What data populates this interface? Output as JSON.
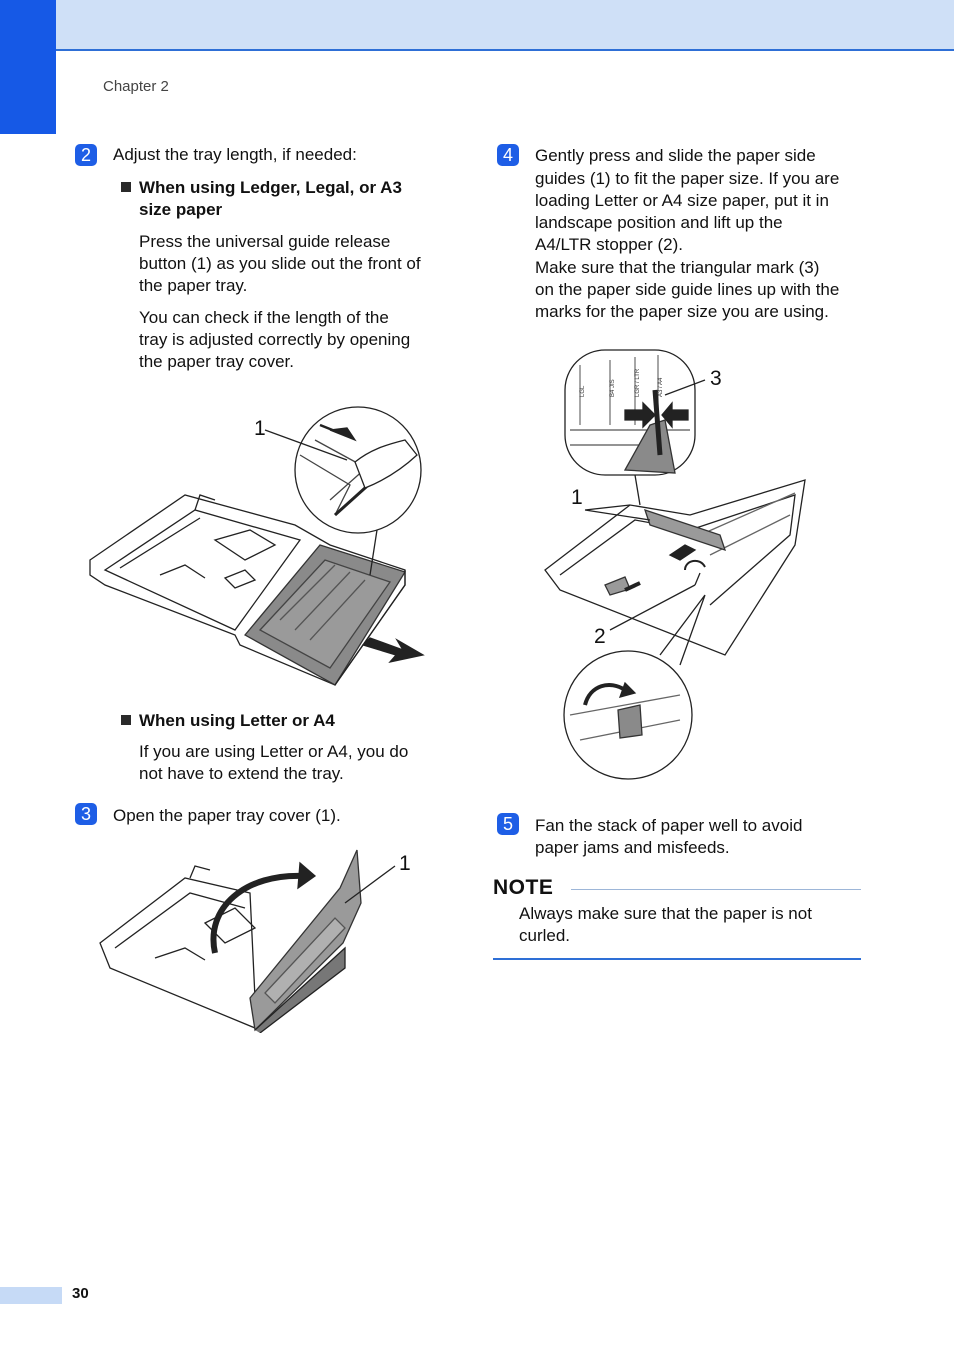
{
  "header": {
    "chapter": "Chapter 2"
  },
  "left": {
    "step2": {
      "badge": "2",
      "intro": "Adjust the tray length, if needed:",
      "bullet1_title_l1": "When using Ledger, Legal, or A3",
      "bullet1_title_l2": "size paper",
      "p1_l1": "Press the universal guide release",
      "p1_l2": "button (1) as you slide out the front of",
      "p1_l3": "the paper tray.",
      "p2_l1": "You can check if the length of the",
      "p2_l2": "tray is adjusted correctly by opening",
      "p2_l3": "the paper tray cover.",
      "fig_label": "1",
      "bullet2_title": "When using Letter or A4",
      "p3_l1": "If you are using Letter or A4, you do",
      "p3_l2": "not have to extend the tray."
    },
    "step3": {
      "badge": "3",
      "text": "Open the paper tray cover (1).",
      "fig_label": "1"
    }
  },
  "right": {
    "step4": {
      "badge": "4",
      "l1": "Gently press and slide the paper side",
      "l2": "guides (1) to fit the paper size. If you are",
      "l3": "loading Letter or A4 size paper, put it in",
      "l4": "landscape position and lift up the",
      "l5": "A4/LTR stopper (2).",
      "l6": "Make sure that the triangular mark (3)",
      "l7": "on the paper side guide lines up with the",
      "l8": "marks for the paper size you are using.",
      "label1": "1",
      "label2": "2",
      "label3": "3",
      "zoom_marks": [
        "LGL",
        "B4 JIS",
        "LGR / LTR",
        "A3 / A4"
      ]
    },
    "step5": {
      "badge": "5",
      "l1": "Fan the stack of paper well to avoid",
      "l2": "paper jams and misfeeds."
    },
    "note": {
      "title": "NOTE",
      "l1": "Always make sure that the paper is not",
      "l2": "curled."
    }
  },
  "footer": {
    "page": "30"
  }
}
